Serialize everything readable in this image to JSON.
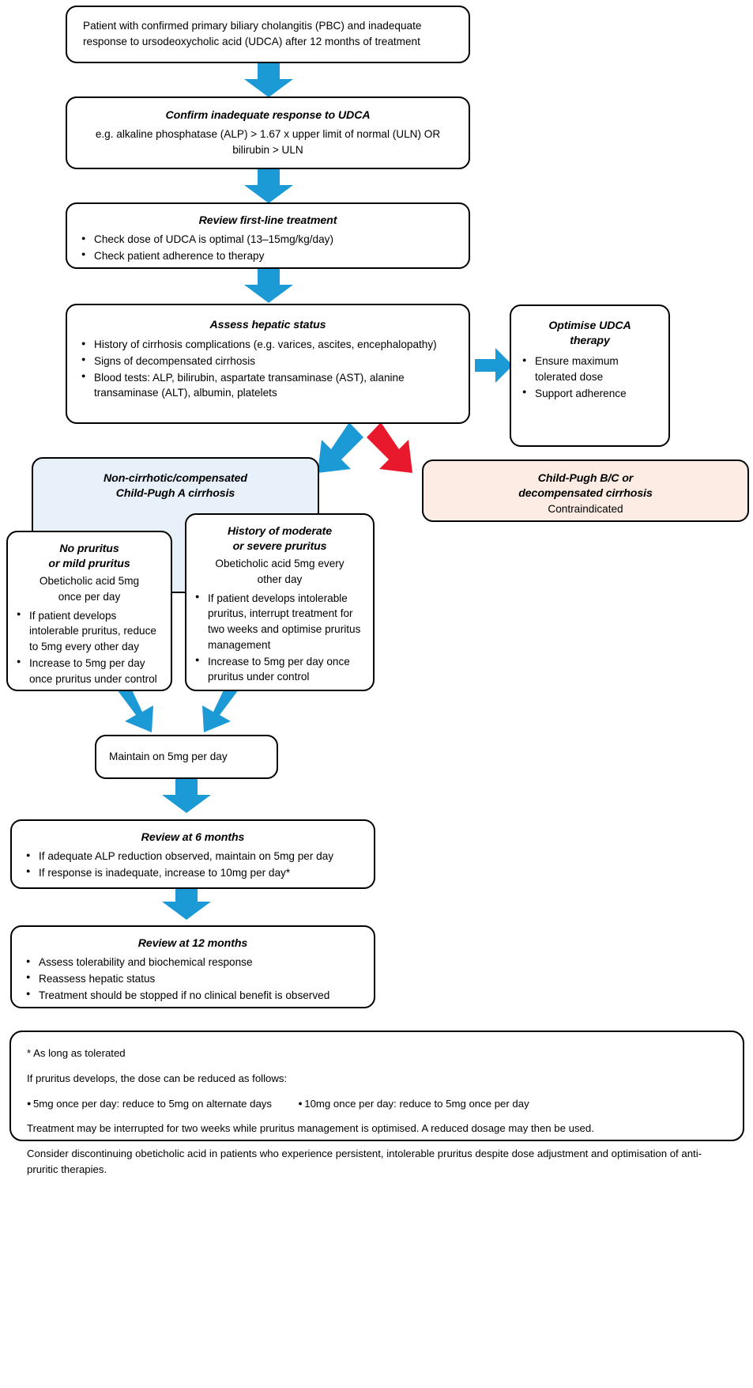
{
  "nodes": {
    "patient": {
      "lines": [
        "Patient with confirmed primary biliary cholangitis (PBC) and inadequate",
        "response to ursodeoxycholic acid (UDCA) after 12 months of treatment"
      ]
    },
    "confirm": {
      "title": "Confirm inadequate response to UDCA",
      "lines": [
        "e.g. alkaline phosphatase (ALP) > 1.67 x upper limit of normal (ULN) OR",
        "bilirubin > ULN"
      ]
    },
    "review_first_line": {
      "title": "Review first-line treatment",
      "bullets": [
        "Check dose of UDCA is optimal (13–15mg/kg/day)",
        "Check patient adherence to therapy"
      ]
    },
    "assess": {
      "title": "Assess hepatic status",
      "bullets": [
        "History of cirrhosis complications (e.g. varices, ascites, encephalopathy)",
        "Signs of decompensated cirrhosis",
        "Blood tests: ALP, bilirubin, aspartate transaminase (AST), alanine transaminase (ALT), albumin, platelets"
      ]
    },
    "optimise": {
      "title_lines": [
        "Optimise UDCA",
        "therapy"
      ],
      "bullets": [
        "Ensure maximum tolerated dose",
        "Support adherence"
      ]
    },
    "non_cirrhotic": {
      "title_lines": [
        "Non-cirrhotic/compensated",
        "Child-Pugh A cirrhosis"
      ]
    },
    "child_pugh_bc": {
      "title_lines": [
        "Child-Pugh B/C or",
        "decompensated cirrhosis"
      ],
      "subtitle": "Contraindicated"
    },
    "no_pruritus": {
      "title_lines": [
        "No pruritus",
        "or mild pruritus"
      ],
      "dose_lines": [
        "Obeticholic acid 5mg",
        "once per day"
      ],
      "bullets": [
        "If patient develops intolerable pruritus, reduce to 5mg every other day",
        "Increase to 5mg per day once pruritus under control"
      ]
    },
    "severe_pruritus": {
      "title_lines": [
        "History of moderate",
        "or severe pruritus"
      ],
      "dose_lines": [
        "Obeticholic acid 5mg every",
        "other day"
      ],
      "bullets": [
        "If patient develops intolerable pruritus, interrupt treatment for two weeks and optimise pruritus management",
        "Increase to 5mg per day once pruritus under control"
      ]
    },
    "maintain": {
      "text": "Maintain on 5mg per day"
    },
    "review6": {
      "title": "Review at 6 months",
      "bullets": [
        "If adequate ALP reduction observed, maintain on 5mg per day",
        "If response is inadequate, increase to 10mg per day*"
      ]
    },
    "review12": {
      "title": "Review at 12 months",
      "bullets": [
        "Assess tolerability and biochemical response",
        "Reassess hepatic status",
        "Treatment should be stopped if no clinical benefit is observed"
      ]
    }
  },
  "footnote": {
    "line1": "* As long as tolerated",
    "line2": "If pruritus develops, the dose can be reduced as follows:",
    "bullet1": "5mg once per day: reduce to 5mg on alternate days",
    "bullet2": "10mg once per day: reduce to 5mg once per day",
    "line3": "Treatment may be interrupted for two weeks while pruritus management is optimised. A reduced dosage may then be used.",
    "line4": "Consider discontinuing obeticholic acid in patients who experience persistent, intolerable pruritus despite dose adjustment and optimisation of anti-pruritic therapies."
  },
  "colors": {
    "arrow_blue": "#1b9ad6",
    "arrow_red": "#e8192c",
    "panel_blue": "#e8f0fa",
    "panel_pink": "#fcece4",
    "border": "#000000"
  }
}
